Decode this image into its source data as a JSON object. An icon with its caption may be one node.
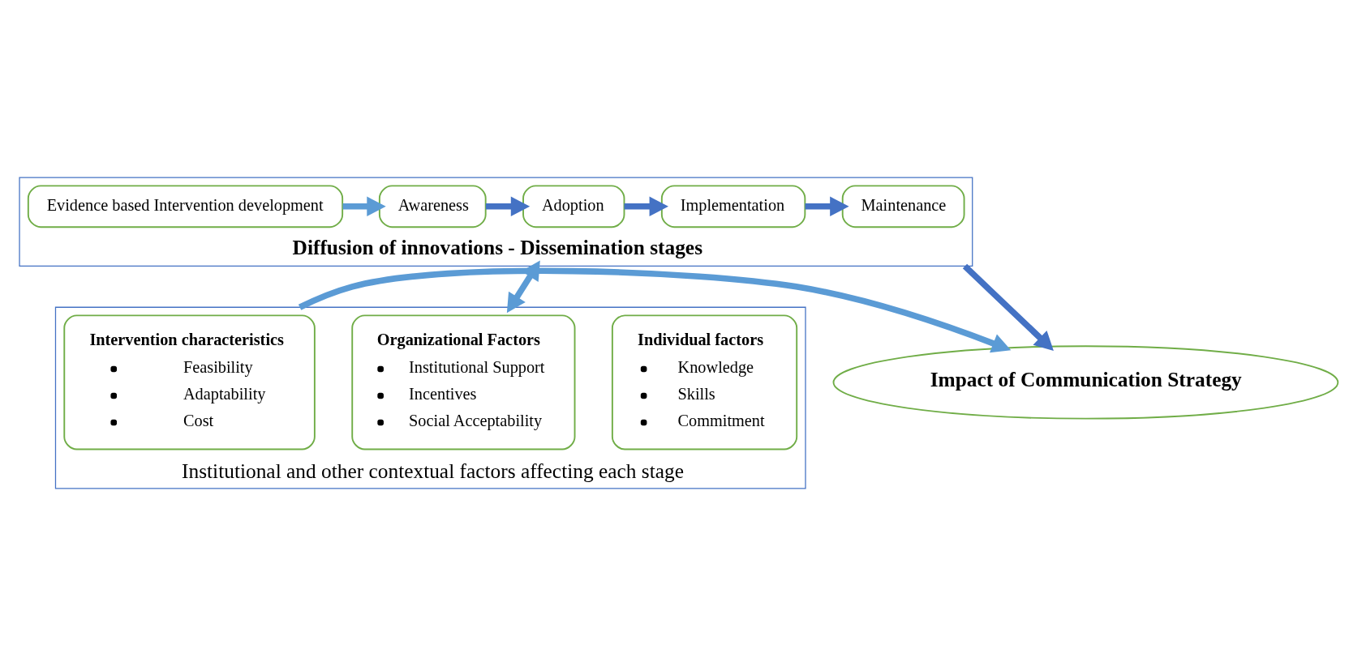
{
  "diagram": {
    "nodes": [
      {
        "text": [
          "Diffusion of innovations - Dissemination stages"
        ]
      },
      {
        "text": [
          "Evidence based Intervention development"
        ],
        "in": 0
      },
      {
        "text": [
          "Awareness"
        ],
        "in": 0
      },
      {
        "text": [
          "Adoption"
        ],
        "in": 0
      },
      {
        "text": [
          "Implementation"
        ],
        "in": 0
      },
      {
        "text": [
          "Maintenance"
        ],
        "in": 0
      },
      {
        "text": [
          "Institutional and other contextual factors affecting each stage"
        ]
      },
      {
        "text": [
          "Individual factors",
          "Knowledge",
          "Skills",
          "Commitment"
        ],
        "in": 6
      },
      {
        "text": [
          "Organizational Factors",
          "Institutional Support",
          "Incentives",
          "Social Acceptability"
        ],
        "in": 6
      },
      {
        "text": [
          "Intervention characteristics",
          "Feasibility",
          "Adaptability",
          "Cost"
        ],
        "in": 6
      },
      {
        "text": [
          "Impact of Communication Strategy"
        ]
      }
    ],
    "edges": [
      {
        "from": 1,
        "to": 2,
        "arrow": "to",
        "color": "#5b9bd5"
      },
      {
        "from": 2,
        "to": 3,
        "arrow": "to"
      },
      {
        "from": 3,
        "to": 4,
        "arrow": "to"
      },
      {
        "from": 4,
        "to": 5,
        "arrow": "to"
      },
      {
        "from": 0,
        "to": 6,
        "arrow": "both",
        "color": "#5b9bd5"
      },
      {
        "from": 0,
        "to": 10,
        "arrow": "to"
      },
      {
        "from": 6,
        "to": 10,
        "arrow": "to",
        "color": "#5b9bd5"
      }
    ]
  }
}
